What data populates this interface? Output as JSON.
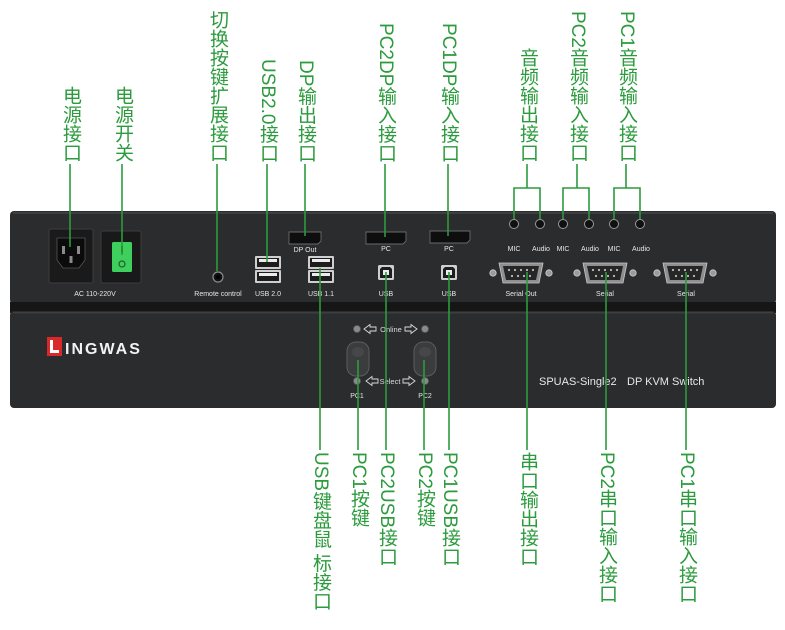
{
  "callouts": {
    "top": [
      {
        "text": "电源接口"
      },
      {
        "text": "电源开关"
      },
      {
        "text": "切换按键扩展接口"
      },
      {
        "text": "USB2.0接口"
      },
      {
        "text": "DP输出接口"
      },
      {
        "text": "PC2DP输入接口"
      },
      {
        "text": "PC1DP输入接口"
      },
      {
        "text": "音频输出接口"
      },
      {
        "text": "PC2音频输入接口"
      },
      {
        "text": "PC1音频输入接口"
      }
    ],
    "bottom": [
      {
        "text": "USB键盘鼠 标接口"
      },
      {
        "text": "PC1按键"
      },
      {
        "text": "PC2USB接口"
      },
      {
        "text": "PC2按键"
      },
      {
        "text": "PC1USB接口"
      },
      {
        "text": "串口输出接口"
      },
      {
        "text": "PC2串口输入接口"
      },
      {
        "text": "PC1串口输入接口"
      }
    ]
  },
  "rear_panel": {
    "power_label": "AC 110-220V",
    "remote_label": "Remote control",
    "usb20_label": "USB 2.0",
    "usb11_label": "USB 1.1",
    "dp_out_label": "DP Out",
    "pc2_dp_label": "PC",
    "pc1_dp_label": "PC",
    "pc2_usb_label": "USB",
    "pc1_usb_label": "USB",
    "audio_out": {
      "mic": "MIC",
      "audio": "Audio"
    },
    "audio_pc2": {
      "mic": "MIC",
      "audio": "Audio"
    },
    "audio_pc1": {
      "mic": "MIC",
      "audio": "Audio"
    },
    "serial_out_label": "Serial Out",
    "serial_pc2_label": "Serial",
    "serial_pc1_label": "Serial"
  },
  "front_panel": {
    "logo_text": "INGWAS",
    "online_label": "Online",
    "select_label": "Select",
    "pc1_label": "PC1",
    "pc2_label": "PC2",
    "model": "SPUAS-Single2",
    "product": "DP KVM Switch"
  },
  "icons": {
    "online_left": "arrow-left-icon",
    "online_right": "arrow-right-icon",
    "select_left": "arrow-left-icon",
    "select_right": "arrow-right-icon",
    "indicator": "led-indicator-icon"
  },
  "colors": {
    "callout": "#2b9b3d",
    "panel": "#2b2c2e",
    "rocker": "#3ecf5c",
    "logo": "#d8282a"
  }
}
